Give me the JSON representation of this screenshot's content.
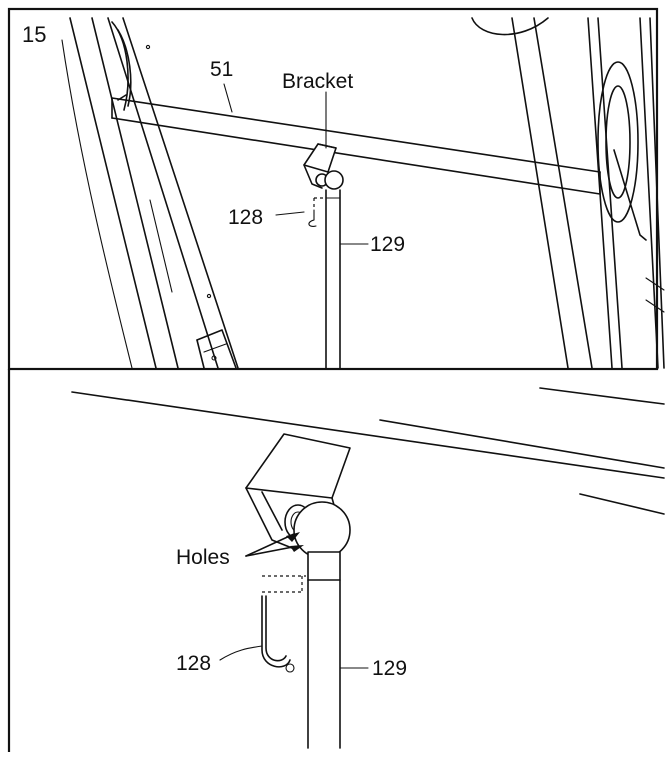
{
  "step_number": "15",
  "top_panel": {
    "labels": {
      "part_51": "51",
      "bracket": "Bracket",
      "part_128": "128",
      "part_129": "129"
    }
  },
  "bottom_panel": {
    "labels": {
      "holes": "Holes",
      "part_128": "128",
      "part_129": "129"
    }
  }
}
